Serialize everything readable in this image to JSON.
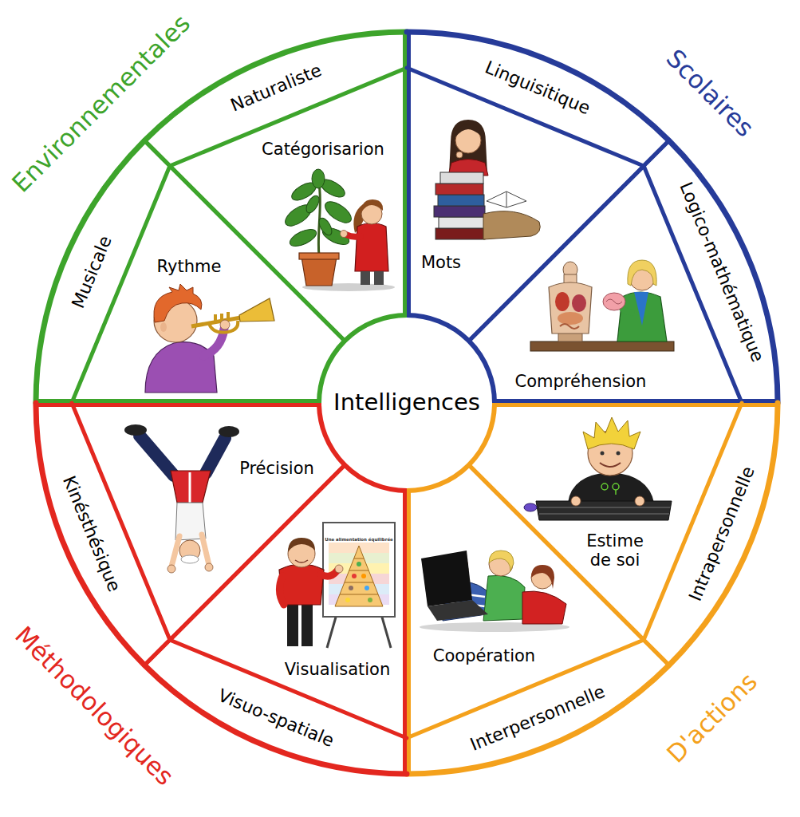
{
  "diagram": {
    "nodes": [
      {
        "text": [
          "Intelligences"
        ]
      },
      {
        "text": [
          "Environnementales"
        ]
      },
      {
        "text": [
          "Naturaliste"
        ],
        "in": 1
      },
      {
        "text": [
          "Catégorisarion"
        ],
        "in": 1
      },
      {
        "text": [
          "Musicale"
        ],
        "in": 1
      },
      {
        "text": [
          "Rythme"
        ],
        "in": 1
      },
      {
        "text": [
          "Scolaires"
        ]
      },
      {
        "text": [
          "Linguisitique"
        ],
        "in": 6
      },
      {
        "text": [
          "Mots"
        ],
        "in": 6
      },
      {
        "text": [
          "Logico-mathématique"
        ],
        "in": 6
      },
      {
        "text": [
          "Compréhension"
        ],
        "in": 6
      },
      {
        "text": [
          "D'actions"
        ]
      },
      {
        "text": [
          "Intrapersonnelle"
        ],
        "in": 11
      },
      {
        "text": [
          "Estime de soi"
        ],
        "in": 11
      },
      {
        "text": [
          "Interpersonnelle"
        ],
        "in": 11
      },
      {
        "text": [
          "Coopération"
        ],
        "in": 11
      },
      {
        "text": [
          "Méthodologiques"
        ]
      },
      {
        "text": [
          "Visuo-spatiale"
        ],
        "in": 16
      },
      {
        "text": [
          "Visualisation"
        ],
        "in": 16
      },
      {
        "text": [
          "Kinésthésique"
        ],
        "in": 16
      },
      {
        "text": [
          "Précision"
        ],
        "in": 16
      }
    ],
    "labels": [
      "Une alimentation équilibrée"
    ]
  }
}
